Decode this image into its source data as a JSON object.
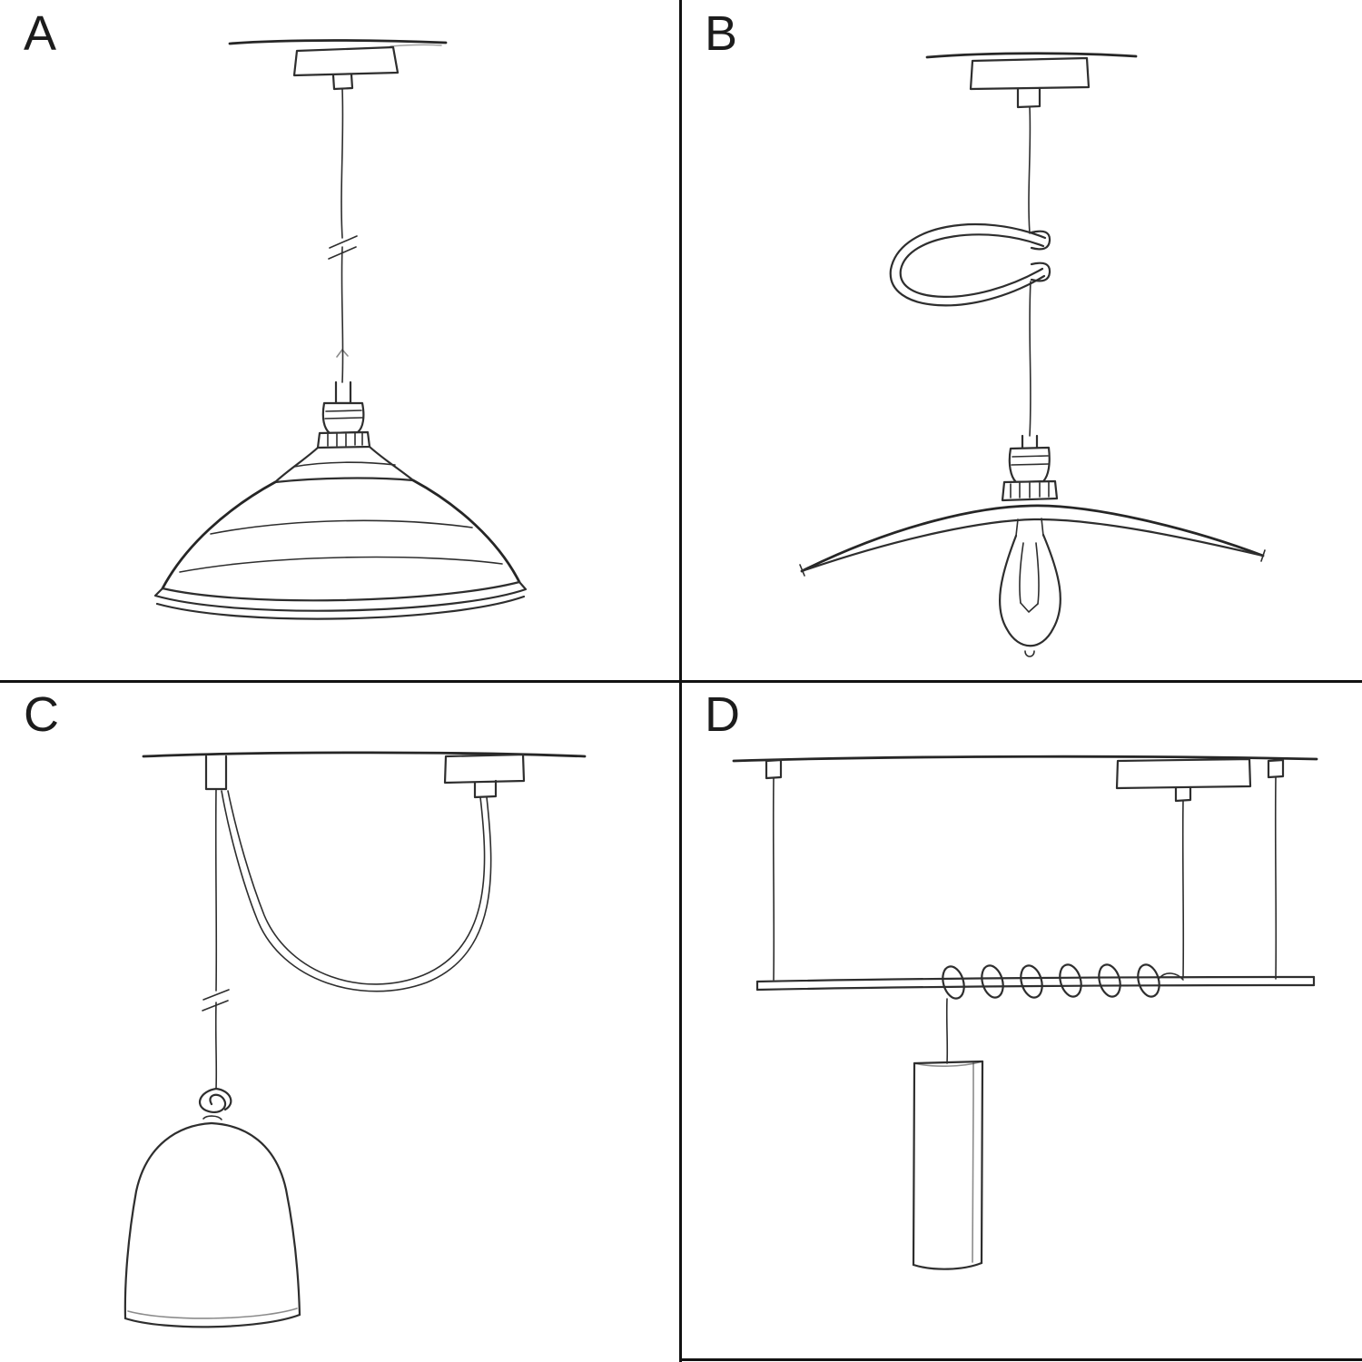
{
  "colors": {
    "background": "#ffffff",
    "ink": "#2e2e2e",
    "divider": "#121212",
    "label": "#1c1c1c"
  },
  "panels": [
    {
      "label": "A",
      "sketch": "pendant-with-industrial-bowl-shade"
    },
    {
      "label": "B",
      "sketch": "pendant-with-flat-plate-shade-exposed-bulb-and-cable-hook"
    },
    {
      "label": "C",
      "sketch": "swag-pendant-with-ceiling-hook-knot-and-bell-shade"
    },
    {
      "label": "D",
      "sketch": "two-point-bar-suspension-with-coiled-cable-and-tube-shade"
    }
  ]
}
